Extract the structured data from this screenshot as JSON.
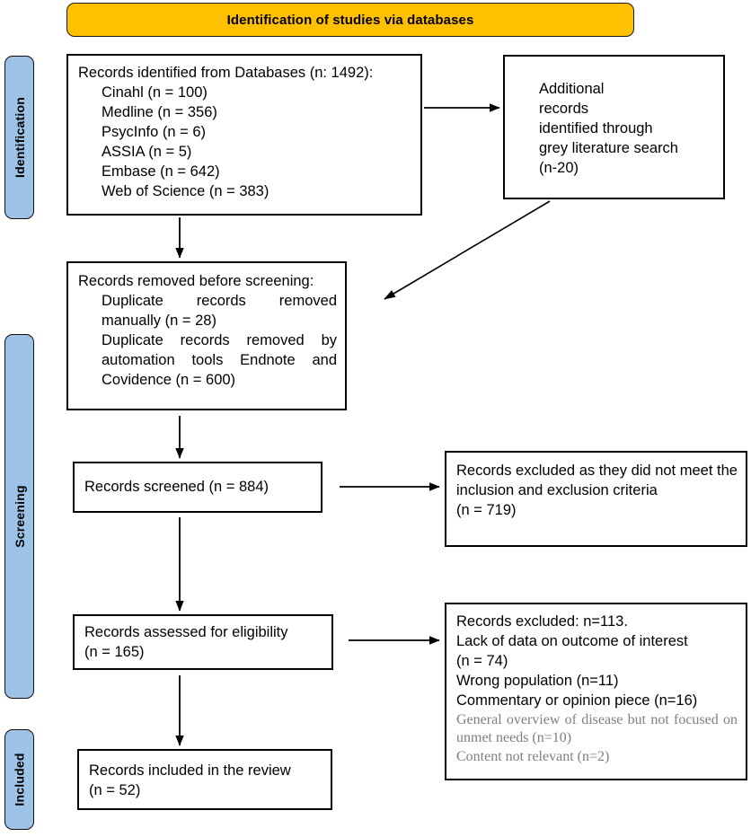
{
  "banner": {
    "label": "Identification of studies via databases"
  },
  "stages": [
    {
      "name": "identification",
      "label": "Identification"
    },
    {
      "name": "screening",
      "label": "Screening"
    },
    {
      "name": "included",
      "label": "Included"
    }
  ],
  "boxes": {
    "identified": {
      "name": "records-identified-box",
      "lines": [
        "Records identified from Databases (n: 1492):",
        "Cinahl (n = 100)",
        "Medline (n = 356)",
        "PsycInfo (n = 6)",
        "ASSIA (n = 5)",
        "Embase (n = 642)",
        "Web of Science (n = 383)"
      ]
    },
    "grey_literature": {
      "name": "additional-records-box",
      "lines": [
        "Additional",
        "records",
        "identified through",
        "grey literature search",
        "(n-20)"
      ]
    },
    "removed": {
      "name": "records-removed-box",
      "lines": [
        "Records removed before screening:",
        "Duplicate records removed manually (n = 28)",
        "Duplicate records removed by automation tools Endnote and Covidence (n = 600)"
      ]
    },
    "screened": {
      "name": "records-screened-box",
      "lines": [
        "Records screened (n = 884)"
      ]
    },
    "excluded_screening": {
      "name": "records-excluded-screening-box",
      "lines": [
        "Records excluded as they did not meet the inclusion and exclusion criteria",
        "(n = 719)"
      ]
    },
    "eligibility": {
      "name": "records-assessed-eligibility-box",
      "lines": [
        "Records assessed for eligibility",
        "(n = 165)"
      ]
    },
    "excluded_eligibility": {
      "name": "records-excluded-eligibility-box",
      "lines_black": [
        "Records excluded: n=113.",
        "Lack of data on outcome of interest",
        "(n = 74)",
        "Wrong population (n=11)",
        "Commentary or opinion piece (n=16)"
      ],
      "lines_grey": [
        "General overview of disease but not focused on unmet needs (n=10)",
        "Content not relevant (n=2)"
      ]
    },
    "included": {
      "name": "records-included-box",
      "lines": [
        "Records included in the review",
        "(n = 52)"
      ]
    }
  },
  "colors": {
    "banner_fill": "#FFC000",
    "stage_fill": "#9DC3E6",
    "box_border": "#000000",
    "grey_text": "#7F7F7F"
  }
}
